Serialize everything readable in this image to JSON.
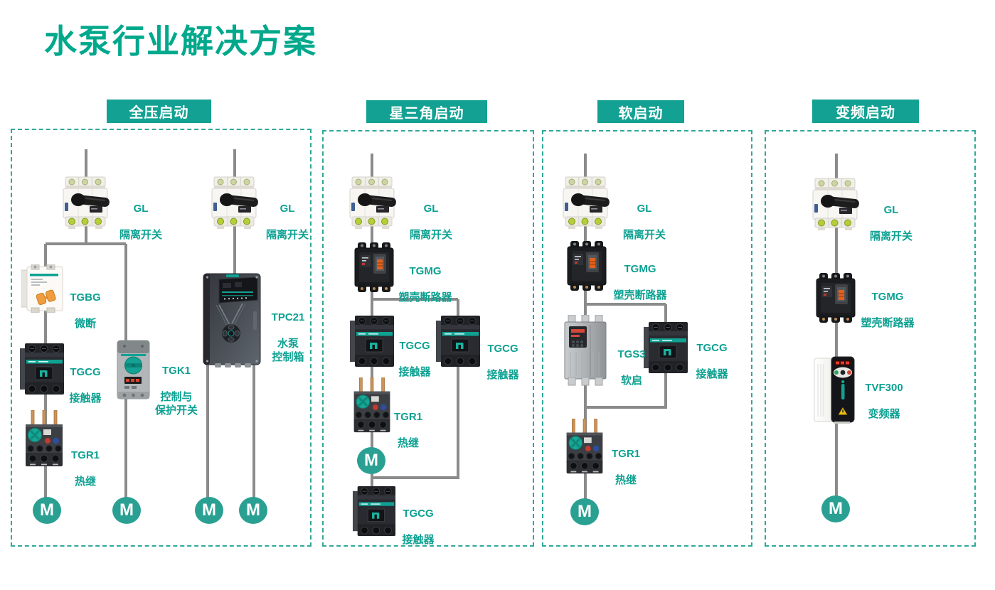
{
  "title": "水泵行业解决方案",
  "motor_label": "M",
  "colors": {
    "accent_teal": "#12a192",
    "title_green": "#00a88c",
    "wire_gray": "#8b8b8b",
    "motor_teal": "#2aa093",
    "panel_border": "#2fa89b",
    "header_text": "#ffffff"
  },
  "panels": [
    {
      "header": "全压启动",
      "components": {
        "gl_a": {
          "model": "GL",
          "desc": "隔离开关"
        },
        "gl_b": {
          "model": "GL",
          "desc": "隔离开关"
        },
        "tgbg": {
          "model": "TGBG",
          "desc": "微断"
        },
        "tgcg": {
          "model": "TGCG",
          "desc": "接触器"
        },
        "tgr1": {
          "model": "TGR1",
          "desc": "热继"
        },
        "tgk1": {
          "model": "TGK1",
          "desc": "控制与\n保护开关"
        },
        "tpc21": {
          "model": "TPC21",
          "desc": "水泵\n控制箱"
        }
      }
    },
    {
      "header": "星三角启动",
      "components": {
        "gl": {
          "model": "GL",
          "desc": "隔离开关"
        },
        "tgmg": {
          "model": "TGMG",
          "desc": "塑壳断路器"
        },
        "tgcg_main": {
          "model": "TGCG",
          "desc": "接触器"
        },
        "tgcg_delta": {
          "model": "TGCG",
          "desc": "接触器"
        },
        "tgr1": {
          "model": "TGR1",
          "desc": "热继"
        },
        "tgcg_star": {
          "model": "TGCG",
          "desc": "接触器"
        }
      }
    },
    {
      "header": "软启动",
      "components": {
        "gl": {
          "model": "GL",
          "desc": "隔离开关"
        },
        "tgmg": {
          "model": "TGMG",
          "desc": "塑壳断路器"
        },
        "tgs3": {
          "model": "TGS3",
          "desc": "软启"
        },
        "tgcg": {
          "model": "TGCG",
          "desc": "接触器"
        },
        "tgr1": {
          "model": "TGR1",
          "desc": "热继"
        }
      }
    },
    {
      "header": "变频启动",
      "components": {
        "gl": {
          "model": "GL",
          "desc": "隔离开关"
        },
        "tgmg": {
          "model": "TGMG",
          "desc": "塑壳断路器"
        },
        "tvf300": {
          "model": "TVF300",
          "desc": "变频器"
        }
      }
    }
  ]
}
